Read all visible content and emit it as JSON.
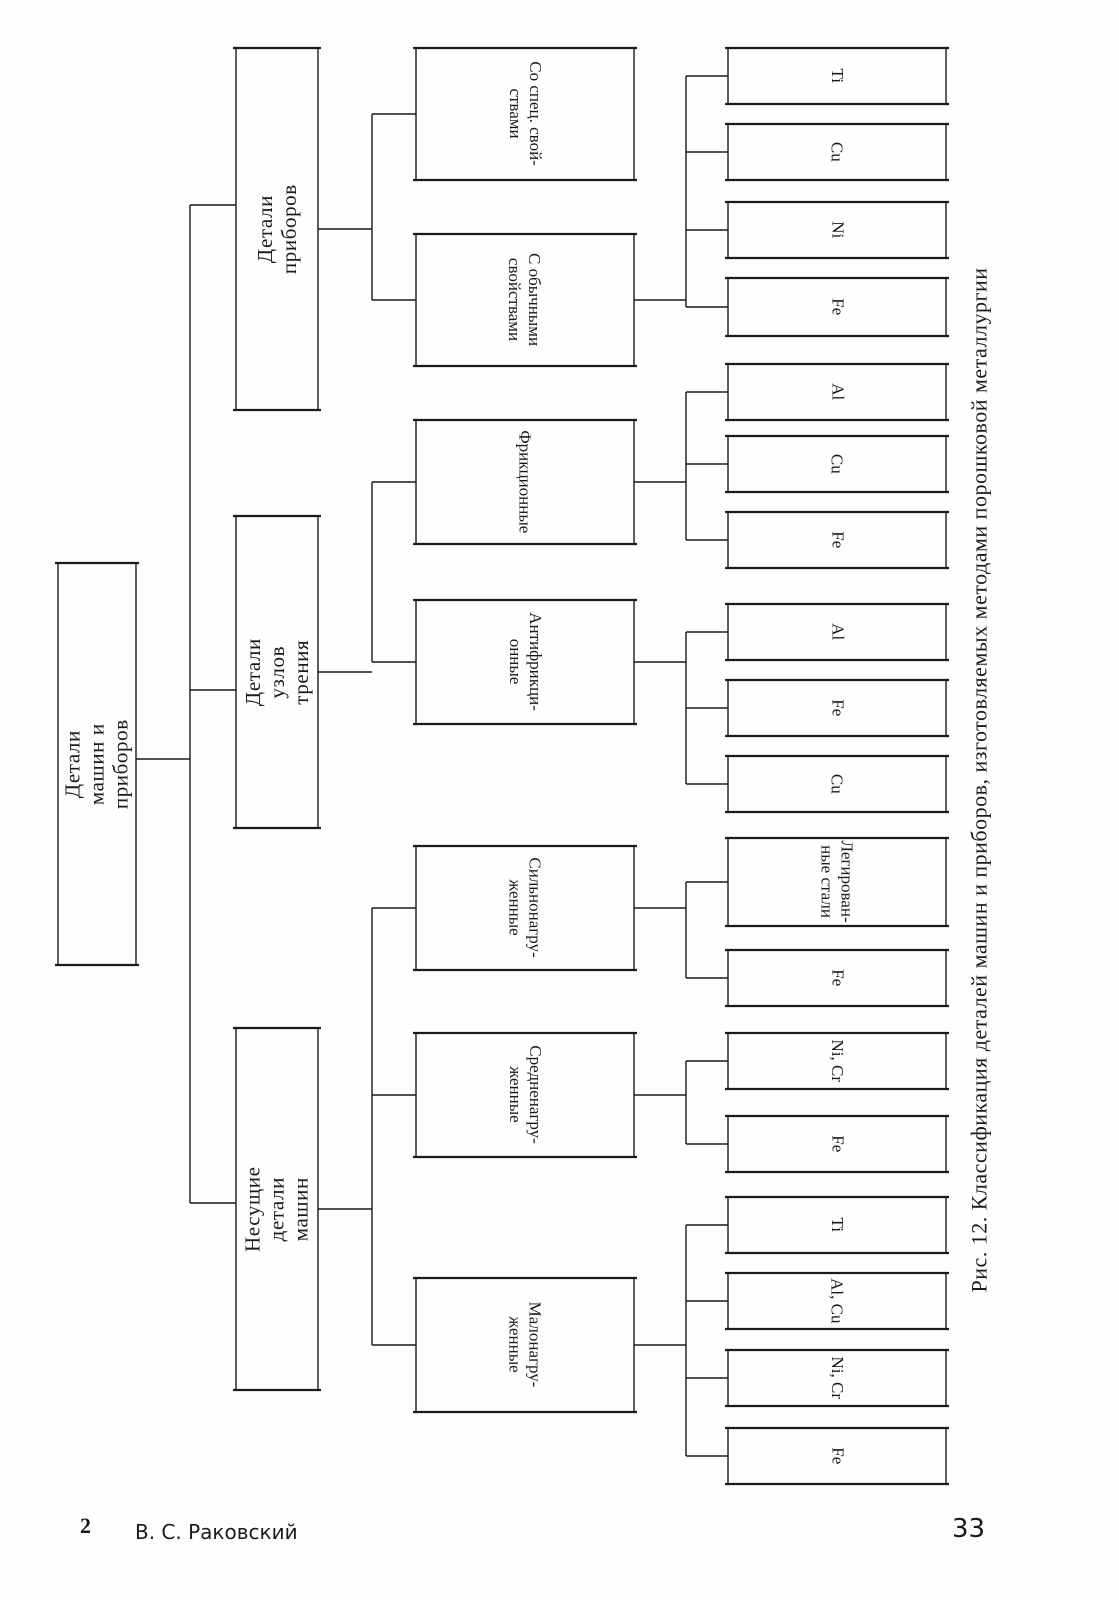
{
  "root": {
    "label": "Детали машин и приборов"
  },
  "categories": [
    {
      "label": "Детали приборов",
      "children": [
        {
          "label": "Со спец. свой-\nствами",
          "materials": []
        },
        {
          "label": "С обычными\nсвойствами",
          "materials": [
            "Ti",
            "Cu",
            "Ni",
            "Fe"
          ]
        }
      ]
    },
    {
      "label": "Детали узлов трения",
      "children": [
        {
          "label": "Фрикционные",
          "materials": [
            "Al",
            "Cu",
            "Fe"
          ]
        },
        {
          "label": "Антифрикци-\nонные",
          "materials": [
            "Al",
            "Fe",
            "Cu"
          ]
        }
      ]
    },
    {
      "label": "Несущие детали машин",
      "children": [
        {
          "label": "Сильнонагру-\nженные",
          "materials": [
            "Легирован-\nные стали",
            "Fe"
          ]
        },
        {
          "label": "Средненагру-\nженные",
          "materials": [
            "Ni, Cr",
            "Fe"
          ]
        },
        {
          "label": "Малонагру-\nженные",
          "materials": [
            "Ti",
            "Al, Cu",
            "Ni, Cr",
            "Fe"
          ]
        }
      ]
    }
  ],
  "caption": "Рис. 12. Классификация деталей машин и приборов, изготовляемых методами порошковой металлургии",
  "footer": {
    "signature_number": "2",
    "author": "В. С. Раковский",
    "page_number": "33"
  }
}
